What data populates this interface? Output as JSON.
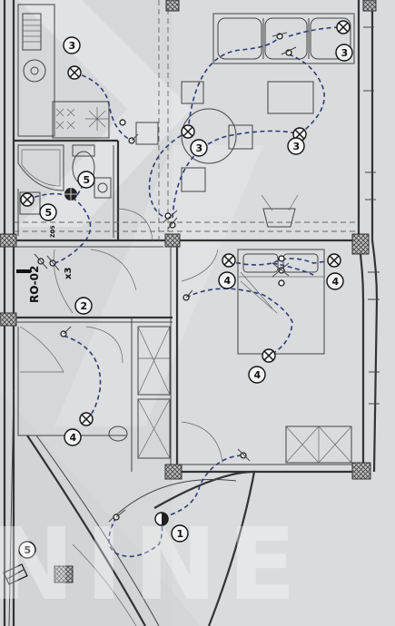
{
  "panel_label": "RO-02",
  "multiplier_label": "x3",
  "small_tag": "ZO5",
  "circuits": {
    "c1": "1",
    "c2": "2",
    "c3a": "3",
    "c3b": "3",
    "c3c": "3",
    "c3d": "3",
    "c4a": "4",
    "c4b": "4",
    "c4c": "4",
    "c4d": "4",
    "c5a": "5",
    "c5b": "5",
    "c5c": "5"
  },
  "watermark": "NINE",
  "colors": {
    "wire": "#2e3d7a",
    "paper": "#d7d9db",
    "ink": "#222222"
  }
}
